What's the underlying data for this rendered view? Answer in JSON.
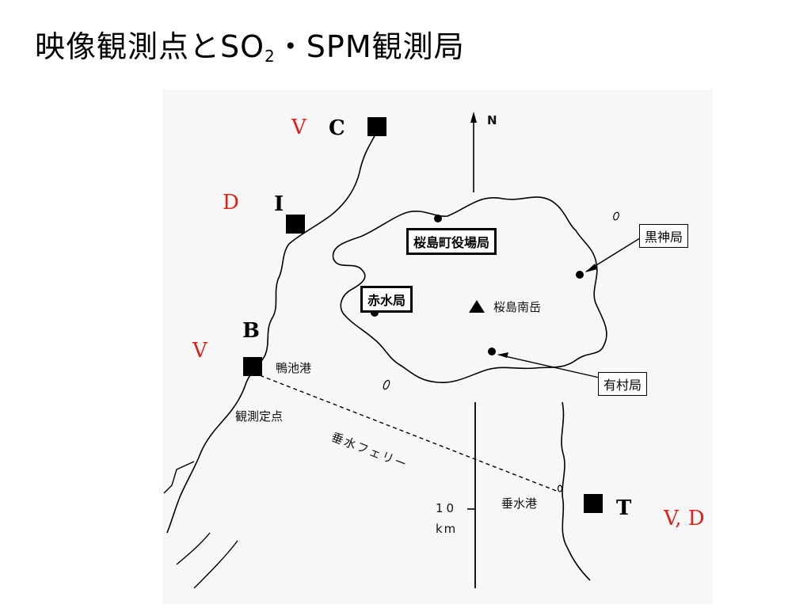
{
  "title": {
    "prefix": "映像観測点とSO",
    "subscript": "2",
    "suffix": "・SPM観測局"
  },
  "map": {
    "north": "N",
    "scale_value": "10",
    "scale_unit": "km",
    "peak": "桜島南岳",
    "port_kamoike": "鴨池港",
    "port_tarumizu": "垂水港",
    "observation_point": "観測定点",
    "ferry": "垂水フェリー",
    "stations": {
      "sakurajima_town": "桜島町役場局",
      "akamizu": "赤水局",
      "kurokami": "黒神局",
      "arimura": "有村局"
    },
    "sites": [
      {
        "letter": "C",
        "code": "V"
      },
      {
        "letter": "I",
        "code": "D"
      },
      {
        "letter": "B",
        "code": "V"
      },
      {
        "letter": "T",
        "code": "V, D"
      }
    ]
  },
  "colors": {
    "code_text": "#e0201a",
    "marker": "#000000"
  }
}
